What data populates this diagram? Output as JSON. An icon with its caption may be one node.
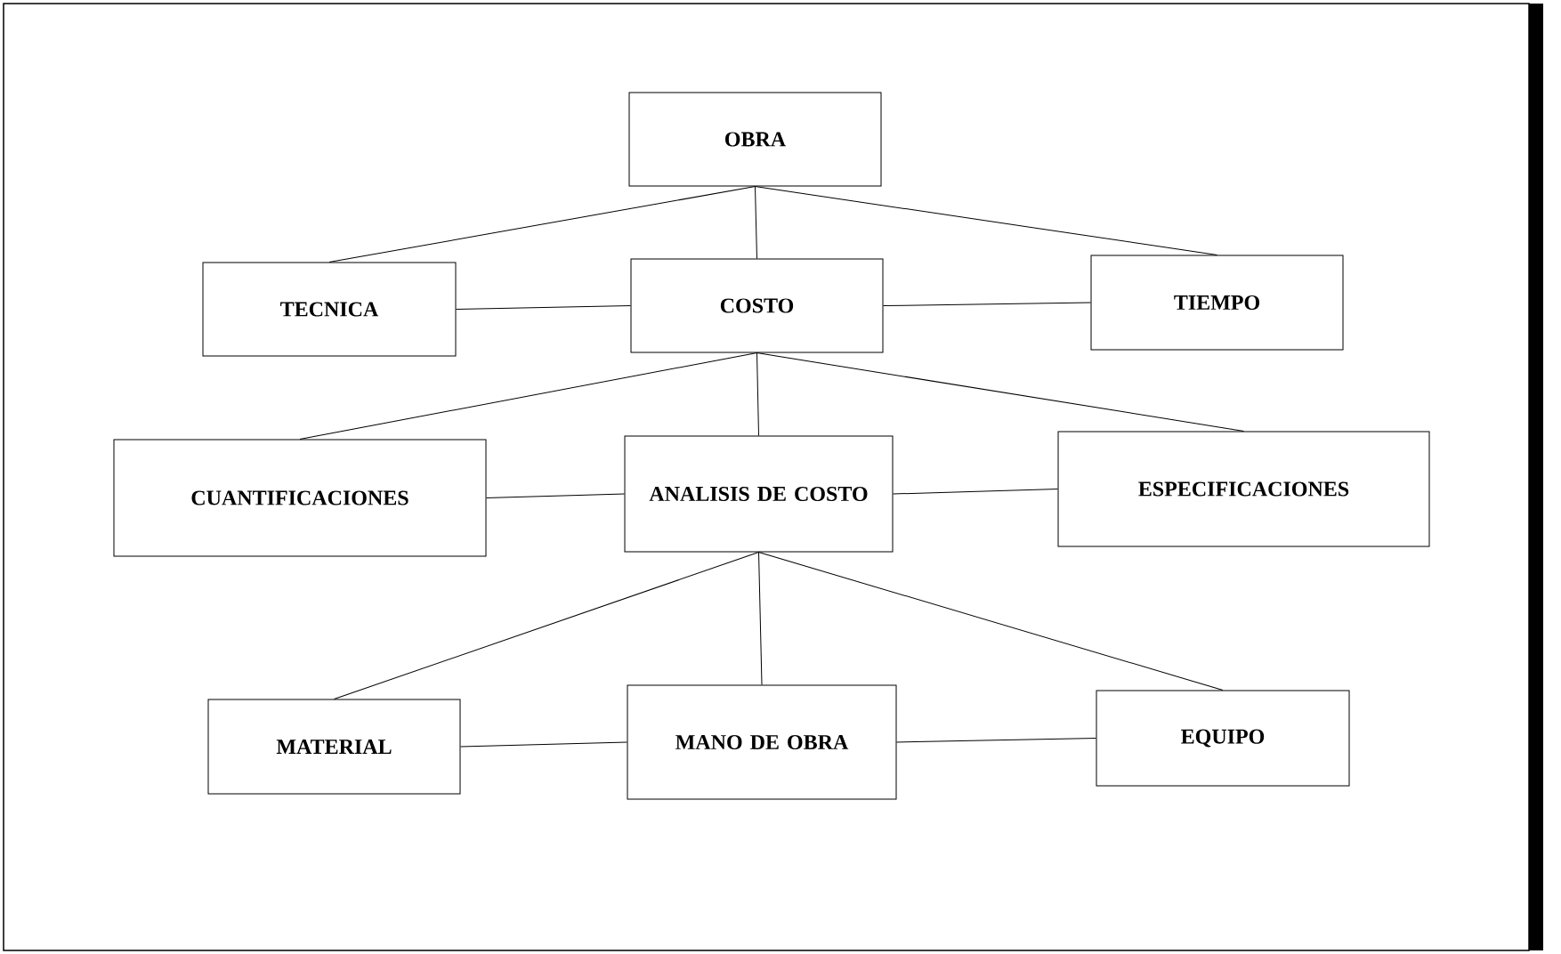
{
  "diagram": {
    "nodes": [
      {
        "text": [
          "OBRA"
        ]
      },
      {
        "text": [
          "TECNICA"
        ]
      },
      {
        "text": [
          "COSTO"
        ]
      },
      {
        "text": [
          "TIEMPO"
        ]
      },
      {
        "text": [
          "CUANTIFICACIONES"
        ]
      },
      {
        "text": [
          "ANALISIS DE COSTO"
        ]
      },
      {
        "text": [
          "ESPECIFICACIONES"
        ]
      },
      {
        "text": [
          "MATERIAL"
        ]
      },
      {
        "text": [
          "MANO DE OBRA"
        ]
      },
      {
        "text": [
          "EQUIPO"
        ]
      }
    ],
    "edges": [
      {
        "from": 0,
        "to": 1,
        "arrow": "none"
      },
      {
        "from": 0,
        "to": 2,
        "arrow": "none"
      },
      {
        "from": 0,
        "to": 3,
        "arrow": "none"
      },
      {
        "from": 1,
        "to": 2,
        "arrow": "none"
      },
      {
        "from": 2,
        "to": 3,
        "arrow": "none"
      },
      {
        "from": 2,
        "to": 4,
        "arrow": "none"
      },
      {
        "from": 2,
        "to": 5,
        "arrow": "none"
      },
      {
        "from": 2,
        "to": 6,
        "arrow": "none"
      },
      {
        "from": 4,
        "to": 5,
        "arrow": "none"
      },
      {
        "from": 5,
        "to": 6,
        "arrow": "none"
      },
      {
        "from": 5,
        "to": 7,
        "arrow": "none"
      },
      {
        "from": 5,
        "to": 8,
        "arrow": "none"
      },
      {
        "from": 5,
        "to": 9,
        "arrow": "none"
      },
      {
        "from": 7,
        "to": 8,
        "arrow": "none"
      },
      {
        "from": 8,
        "to": 9,
        "arrow": "none"
      }
    ]
  }
}
